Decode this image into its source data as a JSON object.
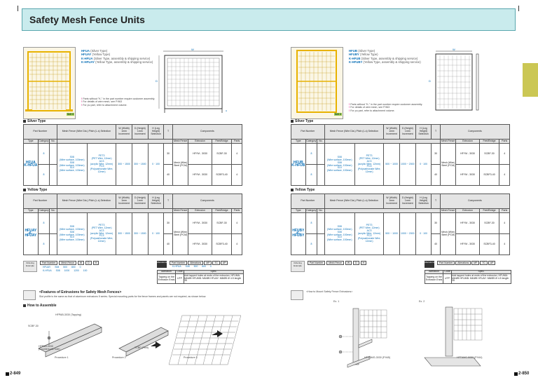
{
  "header": {
    "title": "Safety Mesh Fence Units"
  },
  "left": {
    "codes": [
      {
        "code": "HFUA",
        "desc": "(Silver Type)"
      },
      {
        "code": "HFUAY",
        "desc": "(Yellow Type)"
      },
      {
        "code": "K-HFUA",
        "desc": "(Silver Type, assembly & shipping service)"
      },
      {
        "code": "K-HFUAY",
        "desc": "(Yellow Type, assembly & shipping service)"
      }
    ],
    "notes": [
      "Parts without \"K-\" in the part number require customer assembly.",
      "For details of wire mesh, see P.963",
      "For pu part, refer to attachment volume."
    ],
    "note_marks": [
      "!",
      "!",
      "!"
    ],
    "photo_tag": "Sell 3",
    "dims": {
      "w": "W",
      "d": "D",
      "h": "H"
    },
    "silver": {
      "heading": "Silver Type",
      "head_part": "Part Number",
      "head_mesh": "Mesh Fence (Wire Dia.) Pitch (L-s) Selection",
      "head_w": "W (Width) 1mm Increment",
      "head_d": "D (Height) 1mm Increment",
      "head_h": "H (Leg Height) Selection",
      "head_t": "T",
      "head_components": "Components",
      "head_mesh_fence": "Mesh Fence",
      "head_extrusion": "Extrusion",
      "head_feet": "Feet/Bridge",
      "head_parts": "Parts",
      "head_type": "Type",
      "head_category": "Category",
      "head_no": "No.",
      "part": "HFUA\nK-HFUA",
      "cat": [
        "8",
        "8"
      ],
      "mesh_left": [
        "S08",
        "(Wire surface, 100mm)",
        "S08",
        "(Wire surface, 100mm)",
        "S10",
        "(Wire surface, 100mm)"
      ],
      "mesh_right": [
        "PET3",
        "(PET Wire, 12mm)",
        "AC3",
        "(acrylic Wire, 12mm)",
        "PC3",
        "(Polycarbonate Wire, 12mm)"
      ],
      "w": "300 ~ 1500",
      "d": "300 ~ 1500",
      "h": "0 · 100",
      "t": [
        "30",
        "40"
      ],
      "components_mesh": "Mesh (Wire) Steel (PCM)",
      "components_ext": [
        "HFYM - 3030",
        "HFYM - 3030"
      ],
      "components_feet": [
        "SCBF-30",
        "SCBF3-40"
      ],
      "components_parts": [
        "4",
        "4"
      ]
    },
    "yellow": {
      "heading": "Yellow Type",
      "part": "HFUAY\nK-HFUAY"
    },
    "order": {
      "label": "Ordering Example",
      "part_number": "Part Number",
      "mesh_fence": "Mesh Fence",
      "w": "W",
      "d": "D",
      "h": "H",
      "values": [
        "HFUAY",
        "S08",
        "500",
        "800",
        "0"
      ],
      "values2": [
        "K-HFUA",
        "S08",
        "1000",
        "1200",
        "100"
      ]
    },
    "alt": {
      "label": "Alterations",
      "head": [
        "Part Number",
        "Alterations",
        "MP",
        "TC",
        "AP"
      ],
      "values": [
        "K-HFUA",
        "S08",
        "500",
        "800",
        "0"
      ]
    },
    "alt_table": {
      "col1": "Alteration",
      "col2": "Code",
      "col3": "Spec.",
      "row1_a": "Tapping on the Extrusion Ends",
      "row1_b": "UTP",
      "row1_c": "Add tapped holes at ends of the extrusion, HFUMA: M6/Ø5  HFUMB: M6/Ø5 HFUAY: M8/Ø5  Ø 4.5 length 35"
    },
    "features": {
      "title": "<Features of Extrusions for Safety Mesh Fences>",
      "body": "Slot profile is the same as that of aluminum extrusions 5 series. Special mounting parts for the fence frames and panels are not required, as shown below."
    },
    "assemble": {
      "heading": "How to Assemble",
      "step1": "HFPAB-3030 (Tapping)",
      "step2": "SCBF-30",
      "step3": "HFPAB-3030 (Countersunk hole)",
      "step4": "TCBF (Feet)",
      "note1": "Procedure 1",
      "note2": "Procedure 2",
      "note3": "Procedure 3"
    },
    "page_num": "2-849"
  },
  "right": {
    "codes": [
      {
        "code": "HFUB",
        "desc": "(Silver Type)"
      },
      {
        "code": "HFUBY",
        "desc": "(Yellow Type)"
      },
      {
        "code": "K-HFUB",
        "desc": "(Silver Type, assembly & shipping service)"
      },
      {
        "code": "K-HFUBY",
        "desc": "(Yellow Type, assembly & shipping service)"
      }
    ],
    "notes": [
      "Parts without \"K-\" in the part number require customer assembly.",
      "For details of wire mesh, see P.963",
      "For pu part, refer to attachment volume."
    ],
    "photo_tag": "Sell 3",
    "silver": {
      "heading": "Silver Type",
      "part": "HFUB\nK-HFUB",
      "w": "500 ~ 1000",
      "d": "1000 ~ 2000",
      "h": "0 · 100",
      "t": [
        "30",
        "40"
      ],
      "components_ext": [
        "HFYM - 3030",
        "HFYM - 3030"
      ],
      "components_feet": [
        "SCBF-30",
        "SCBF3-40"
      ]
    },
    "yellow": {
      "heading": "Yellow Type",
      "part": "HFUBY\nK-HFUBY"
    },
    "how_to_mount": "<How to Mount Safety Fence Extrusions>",
    "ex1": "Ex. 1",
    "ex2": "Ex. 2",
    "label1": "HFUAMG-3030 (P.945)",
    "label2": "HFTAMG-5050 (P.944)",
    "page_num": "2-850"
  }
}
